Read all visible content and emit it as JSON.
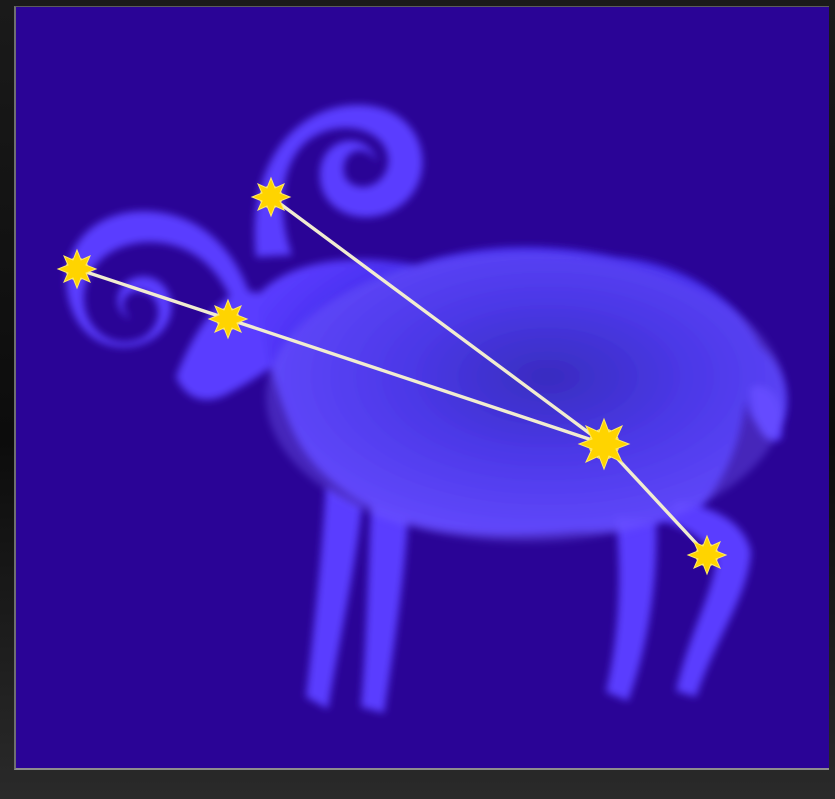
{
  "image": {
    "subject": "constellation-over-ram-silhouette",
    "background_color": "#2a0496",
    "figure_color": "#5b3cff",
    "figure_core_color": "#1a12b8",
    "line_color": "#f1ecd0",
    "star_color": "#ffd400",
    "stars_count": 5,
    "connections_count": 4
  }
}
